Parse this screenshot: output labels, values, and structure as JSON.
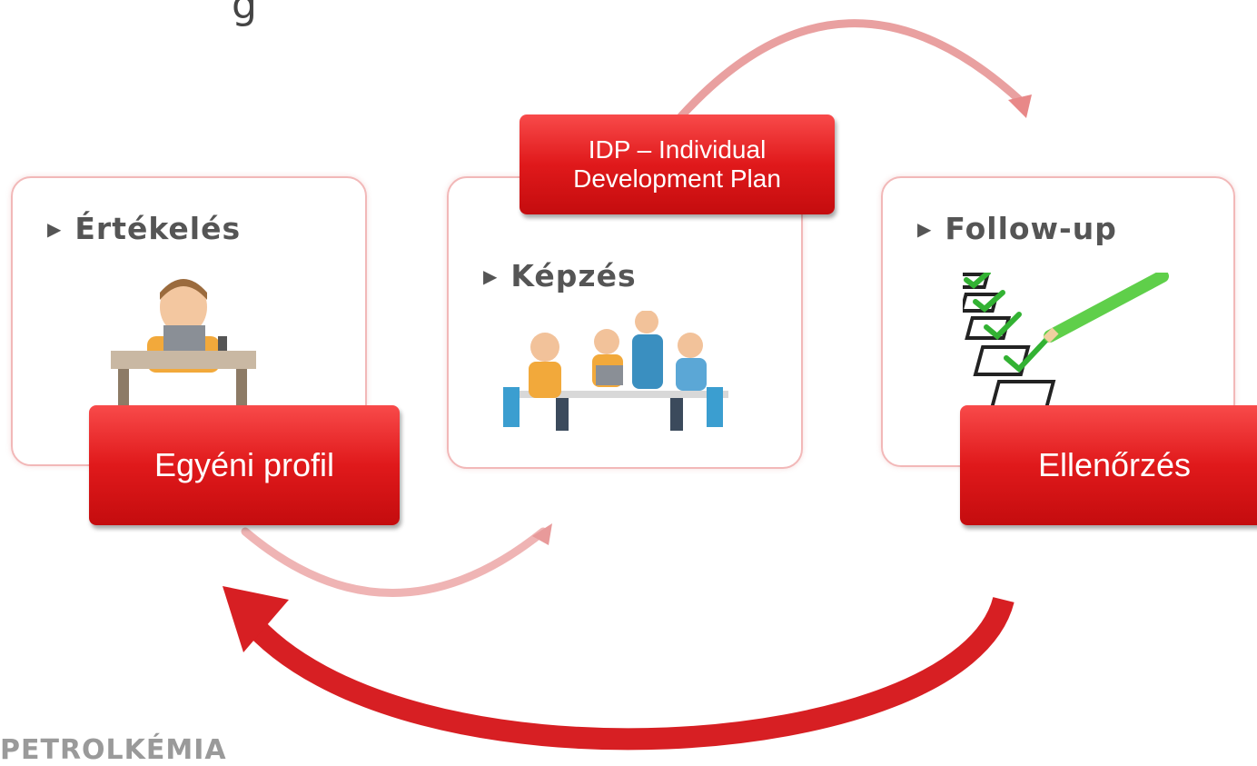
{
  "title_fragment": "g",
  "steps": [
    {
      "title": "Értékelés",
      "box_label": "Egyéni profil",
      "illustration": "person-at-laptop-illustration"
    },
    {
      "title": "Képzés",
      "box_label": "IDP – Individual Development Plan",
      "illustration": "team-training-illustration"
    },
    {
      "title": "Follow-up",
      "box_label": "Ellenőrzés",
      "illustration": "checklist-illustration"
    }
  ],
  "footer_logo": "PETROLKÉMIA",
  "colors": {
    "accent_red": "#e0191b",
    "card_border": "#f2b8b8",
    "title_gray": "#555555"
  }
}
